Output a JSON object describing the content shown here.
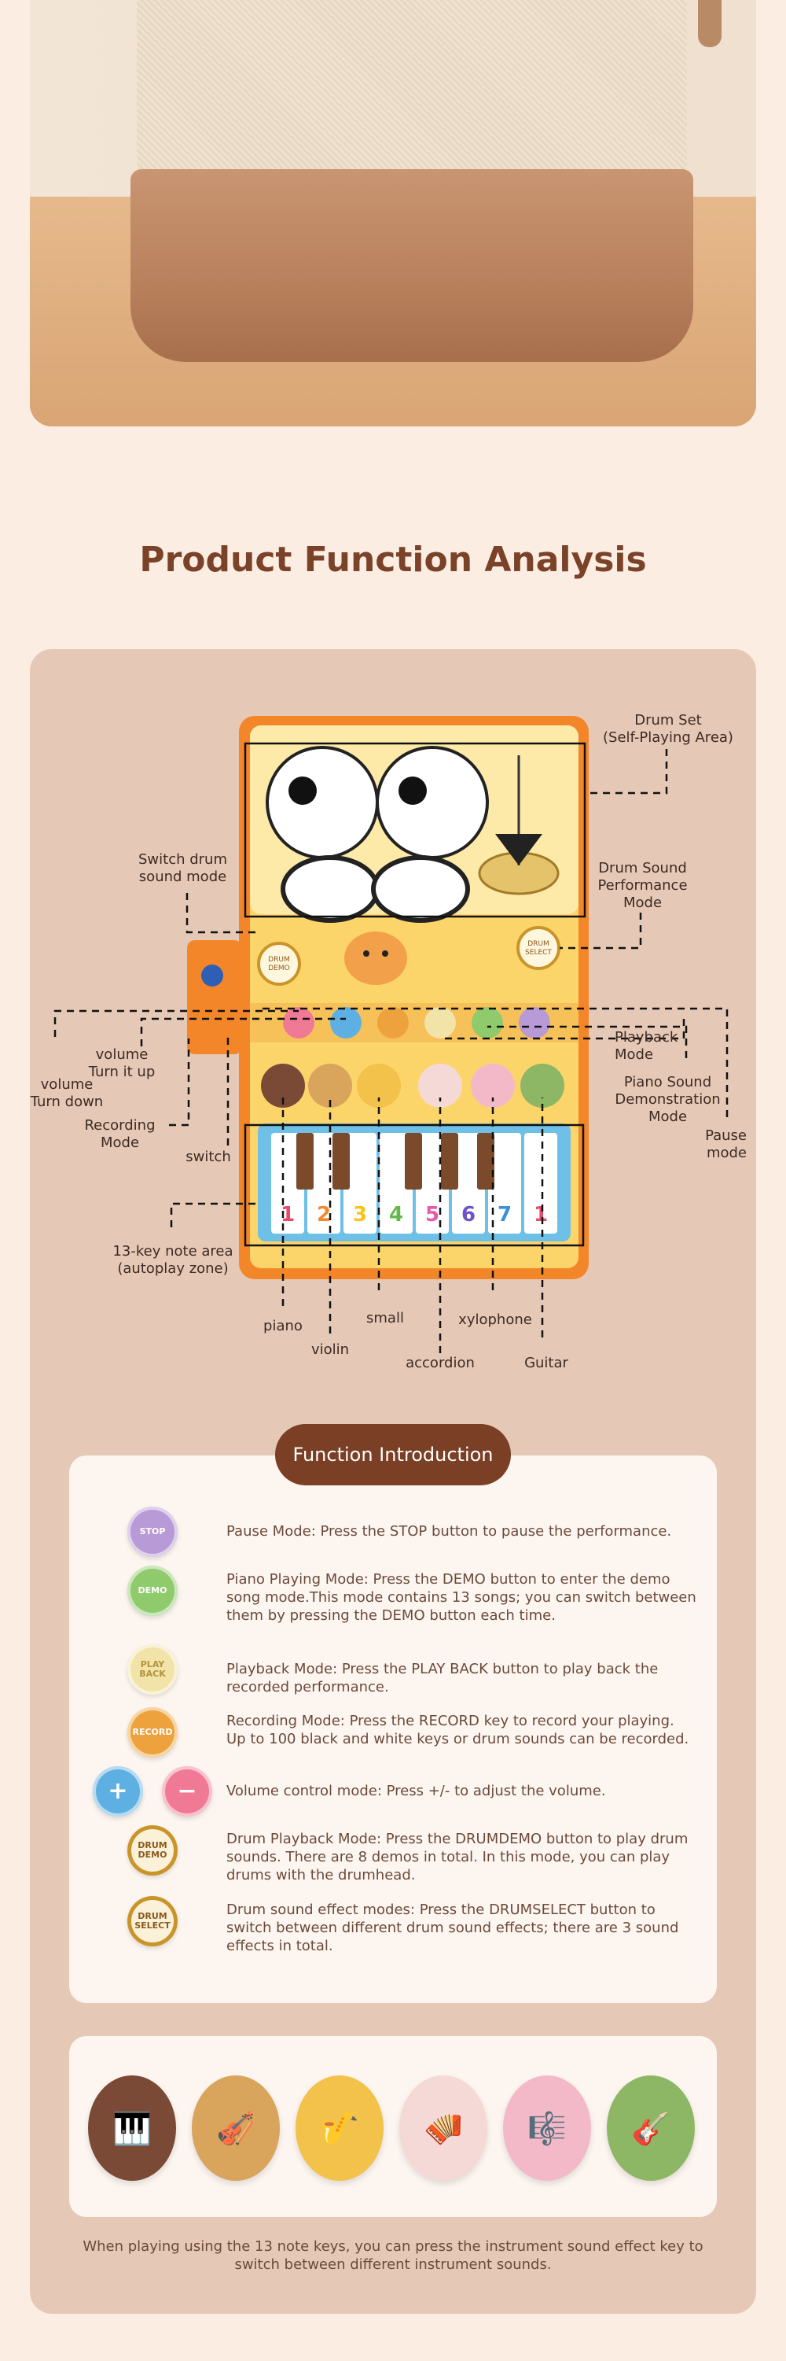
{
  "title": "Product Function Analysis",
  "labels": {
    "drum_set": [
      "Drum Set",
      "(Self-Playing Area)"
    ],
    "switch_drum": [
      "Switch drum",
      "sound mode"
    ],
    "drum_sound_perf": [
      "Drum Sound",
      "Performance",
      "Mode"
    ],
    "playback": [
      "Playback",
      "Mode"
    ],
    "piano_demo": [
      "Piano Sound",
      "Demonstration",
      "Mode"
    ],
    "pause": [
      "Pause",
      "mode"
    ],
    "vol_up": [
      "volume",
      "Turn it up"
    ],
    "vol_down": [
      "volume",
      "Turn down"
    ],
    "recording": [
      "Recording",
      "Mode"
    ],
    "switch": "switch",
    "key_area": [
      "13-key note area",
      "(autoplay zone)"
    ],
    "piano": "piano",
    "violin": "violin",
    "small": "small",
    "accordion": "accordion",
    "xylophone": "xylophone",
    "guitar": "Guitar"
  },
  "mat": {
    "demo_buttons": {
      "left": "DRUM DEMO",
      "right": "DRUM SELECT"
    },
    "key_numbers": [
      "1",
      "2",
      "3",
      "4",
      "5",
      "6",
      "7",
      "1"
    ],
    "key_colors": [
      "#e94b6a",
      "#f08a2c",
      "#f5c518",
      "#66b84a",
      "#e75aa8",
      "#6a54c8",
      "#3f8fd4",
      "#e94b6a"
    ]
  },
  "intro": {
    "pill": "Function Introduction",
    "rows": [
      {
        "badges": [
          {
            "text": "STOP",
            "color": "#b89ad6"
          }
        ],
        "text": "Pause Mode: Press the STOP button to pause the performance."
      },
      {
        "badges": [
          {
            "text": "DEMO",
            "color": "#8fca6c"
          }
        ],
        "text": "Piano Playing Mode: Press the DEMO button to enter the demo song mode.This mode contains 13 songs; you can switch  between them by pressing the DEMO button each time."
      },
      {
        "badges": [
          {
            "text": "PLAY BACK",
            "color": "#f2e3a8"
          }
        ],
        "text": "Playback Mode: Press the PLAY BACK button to play back the recorded performance."
      },
      {
        "badges": [
          {
            "text": "RECORD",
            "color": "#eda23d"
          }
        ],
        "text": "Recording Mode: Press the RECORD key to record your playing. Up to 100 black and white keys or drum sounds can be recorded."
      },
      {
        "badges": [
          {
            "text": "+",
            "color": "#5fb0e2"
          },
          {
            "text": "−",
            "color": "#f07a96"
          }
        ],
        "text": "Volume control mode: Press +/- to adjust the volume."
      },
      {
        "badges": [
          {
            "text": "DRUM DEMO",
            "color": "#fbf1d9"
          }
        ],
        "text": "Drum Playback Mode: Press the DRUMDEMO button to play drum sounds. There are 8 demos in total. In this mode, you can play drums with the drumhead."
      },
      {
        "badges": [
          {
            "text": "DRUM SELECT",
            "color": "#fbf1d9"
          }
        ],
        "text": "Drum sound effect modes: Press the DRUMSELECT button to switch between different drum sound effects; there are 3 sound effects in total."
      }
    ]
  },
  "instruments": [
    {
      "icon": "🎹",
      "color": "#7a4a36"
    },
    {
      "icon": "🎻",
      "color": "#d9a45c"
    },
    {
      "icon": "🎷",
      "color": "#f2c24a"
    },
    {
      "icon": "🪗",
      "color": "#f5d9d6"
    },
    {
      "icon": "🎼",
      "color": "#f4b9c8"
    },
    {
      "icon": "🎸",
      "color": "#8db765"
    }
  ],
  "footnote": "When playing using the 13 note keys, you can press the instrument sound effect key to switch between different instrument sounds."
}
